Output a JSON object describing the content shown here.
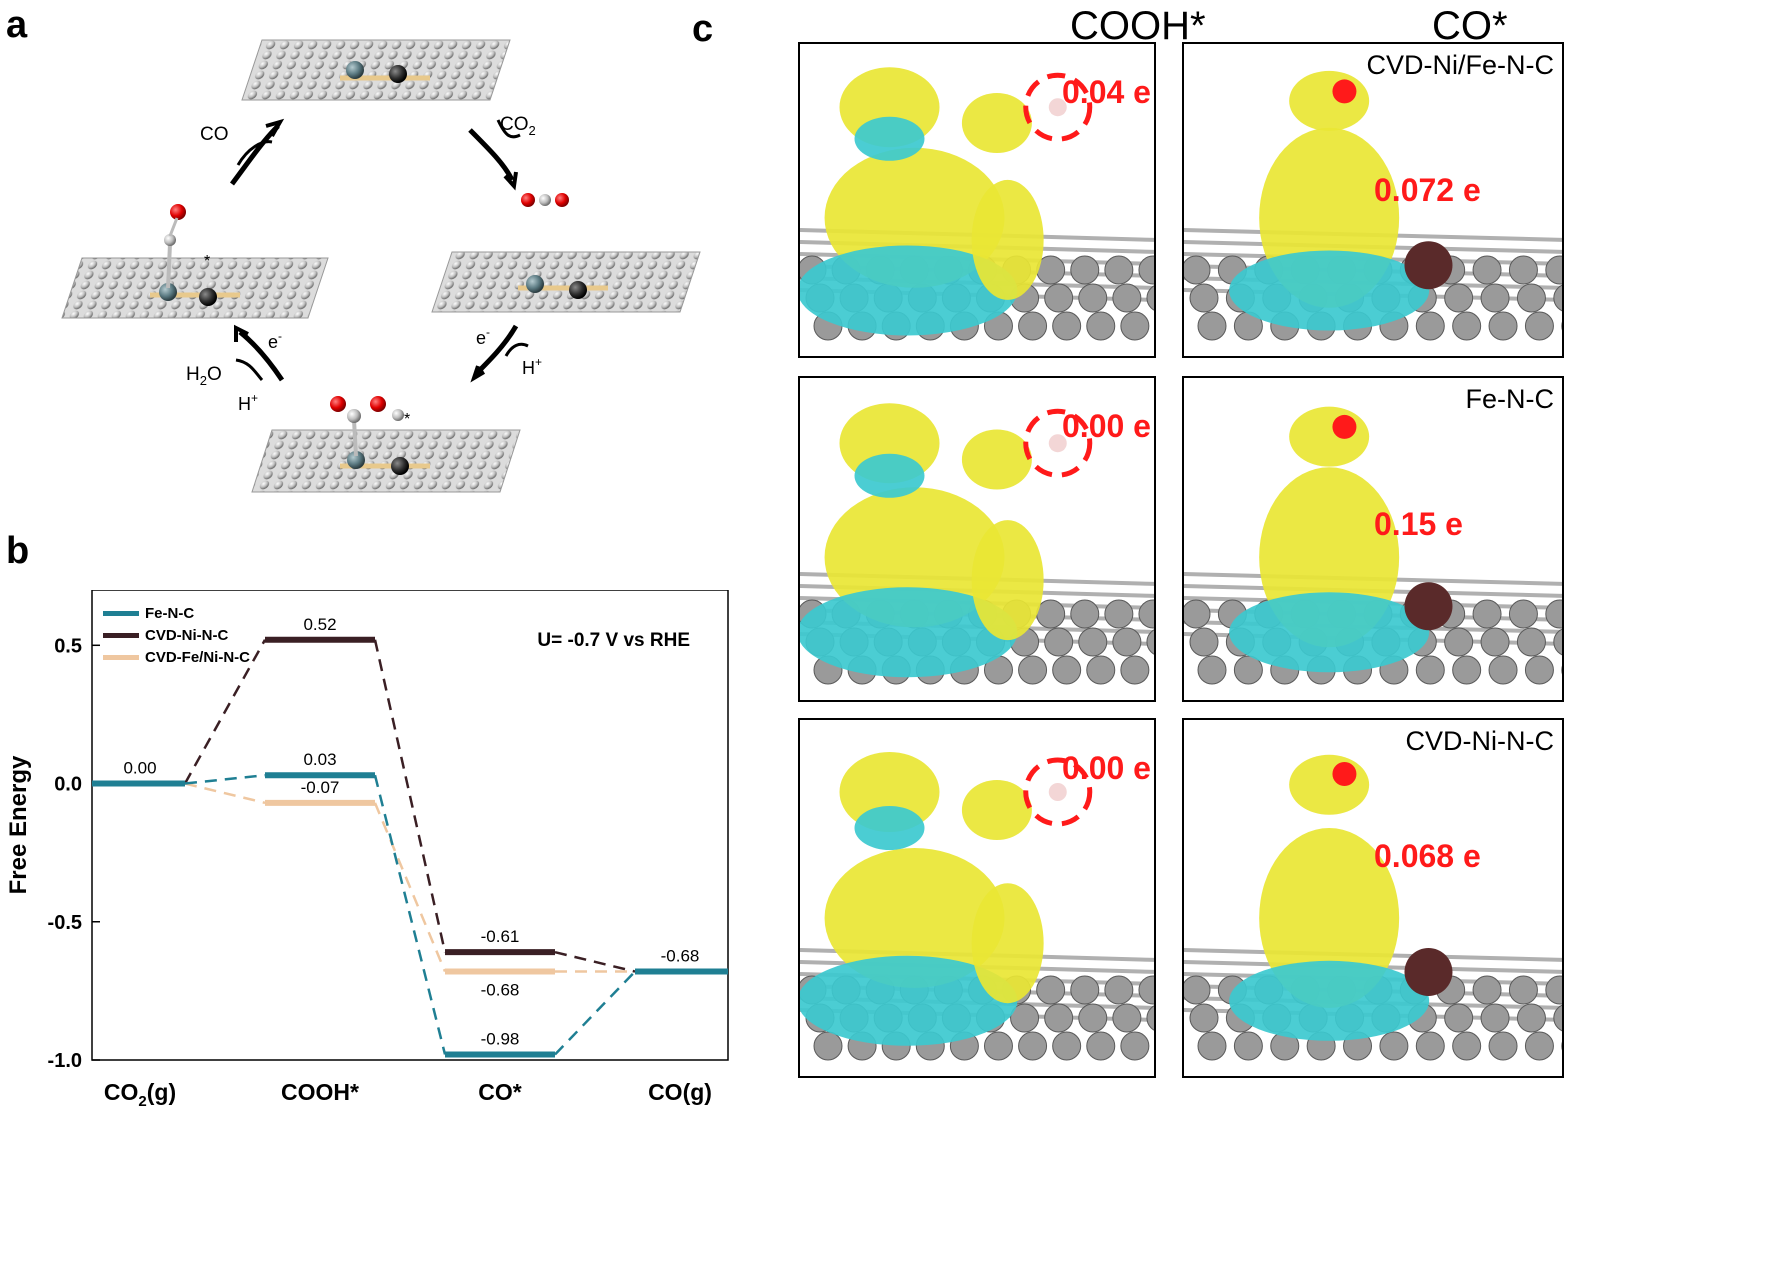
{
  "panels": {
    "a": "a",
    "b": "b",
    "c": "c"
  },
  "cycle": {
    "co_label": "CO",
    "co2_label": "CO",
    "co2_sub": "2",
    "e_label_left": "e",
    "e_label_right": "e",
    "e_sup": "-",
    "h_label_left": "H",
    "h_label_right": "H",
    "h_sup": "+",
    "h2o_label": "H",
    "h2o_sub": "2",
    "h2o_tail": "O",
    "star": "*"
  },
  "chart_data": {
    "type": "free-energy-diagram",
    "ylabel": "Free Energy",
    "condition": "U= -0.7 V vs RHE",
    "ylim": [
      -1.0,
      0.7
    ],
    "yticks": [
      0.5,
      0.0,
      -0.5,
      -1.0
    ],
    "ytick_labels": [
      "0.5",
      "0.0",
      "-0.5",
      "-1.0"
    ],
    "steps": [
      "CO2(g)",
      "COOH*",
      "CO*",
      "CO(g)"
    ],
    "step_labels": [
      {
        "main": "CO",
        "sub": "2",
        "tail": "(g)"
      },
      {
        "main": "COOH*",
        "sub": "",
        "tail": ""
      },
      {
        "main": "CO*",
        "sub": "",
        "tail": ""
      },
      {
        "main": "CO(g)",
        "sub": "",
        "tail": ""
      }
    ],
    "legend_position": "top-left",
    "series": [
      {
        "name": "Fe-N-C",
        "color": "#1f7f93",
        "values": [
          0.0,
          0.03,
          -0.98,
          -0.68
        ],
        "labels": [
          "0.00",
          "0.03",
          "-0.98",
          "-0.68"
        ]
      },
      {
        "name": "CVD-Ni-N-C",
        "color": "#3a1f24",
        "values": [
          0.0,
          0.52,
          -0.61,
          -0.68
        ],
        "labels": [
          "",
          "0.52",
          "-0.61",
          ""
        ]
      },
      {
        "name": "CVD-Fe/Ni-N-C",
        "color": "#efc7a0",
        "values": [
          0.0,
          -0.07,
          -0.68,
          -0.68
        ],
        "labels": [
          "",
          "-0.07",
          "-0.68",
          ""
        ]
      }
    ]
  },
  "panel_c": {
    "col_headers": [
      "COOH*",
      "CO*"
    ],
    "rows": [
      {
        "cooh_charge": "0.04 e",
        "co_charge": "0.072 e",
        "material": "CVD-Ni/Fe-N-C"
      },
      {
        "cooh_charge": "0.00 e",
        "co_charge": "0.15 e",
        "material": "Fe-N-C"
      },
      {
        "cooh_charge": "0.00 e",
        "co_charge": "0.068 e",
        "material": "CVD-Ni-N-C"
      }
    ],
    "colors": {
      "yellow": "#e9e634",
      "cyan": "#3cc9cf",
      "grey": "#9a9a9a",
      "red": "#ff1a1a"
    }
  }
}
